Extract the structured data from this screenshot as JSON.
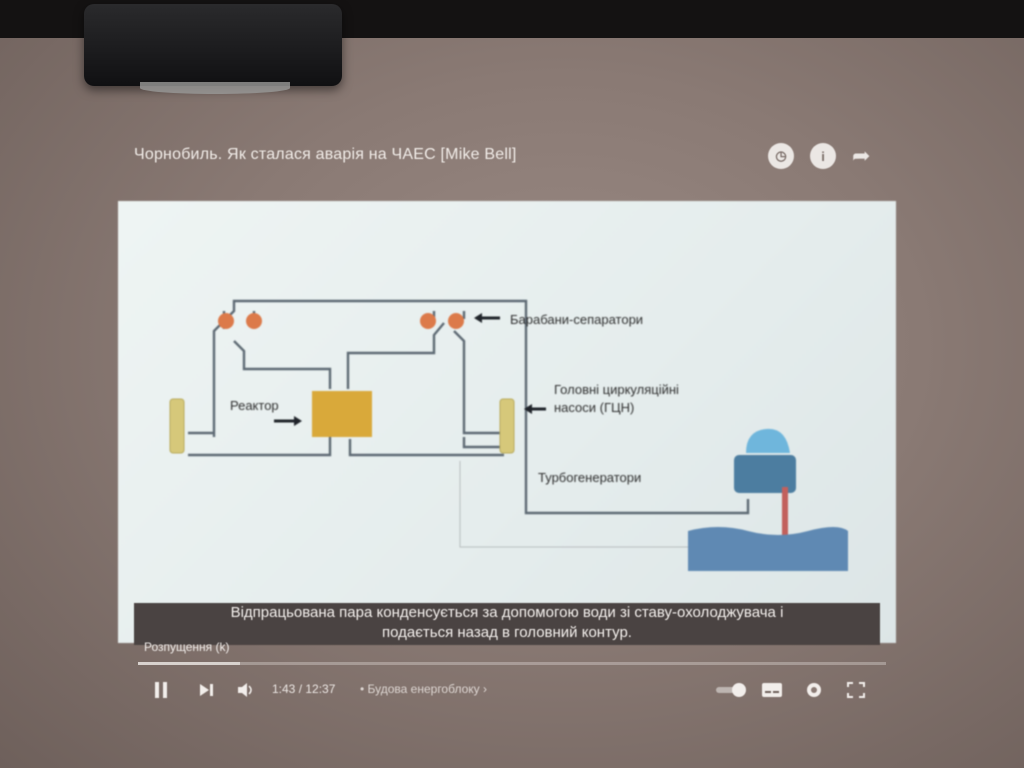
{
  "video": {
    "title": "Чорнобиль. Як сталася аварія на ЧАЕС [Mike Bell]"
  },
  "header_icons": {
    "watch_later": "watch-later-icon",
    "info": "info-icon",
    "share": "share-icon"
  },
  "slide": {
    "labels": {
      "reactor": "Реактор",
      "drum_separators": "Барабани-сепаратори",
      "pumps_line1": "Головні циркуляційні",
      "pumps_line2": "насоси (ГЦН)",
      "turbines": "Турбогенератори"
    },
    "colors": {
      "reactor": "#d9a93a",
      "separators": "#dc7a4a",
      "pumps": "#d6c87a",
      "pipes": "#5e6a74",
      "water": "#5f89b3",
      "tower": "#4c7da0",
      "dome": "#6fb6dc"
    }
  },
  "caption": {
    "line1": "Відпрацьована пара конденсується за допомогою води зі ставу-охолоджувача і",
    "line2": "подається назад в головний контур."
  },
  "player": {
    "chapters_label": "Розпущення (k)",
    "time_current": "1:43",
    "time_total": "12:37",
    "time_display": "1:43 / 12:37",
    "chapter_inline": "• Будова енергоблоку ›",
    "progress_fraction": 0.136,
    "colors": {
      "accent": "#f2eeeb"
    }
  }
}
